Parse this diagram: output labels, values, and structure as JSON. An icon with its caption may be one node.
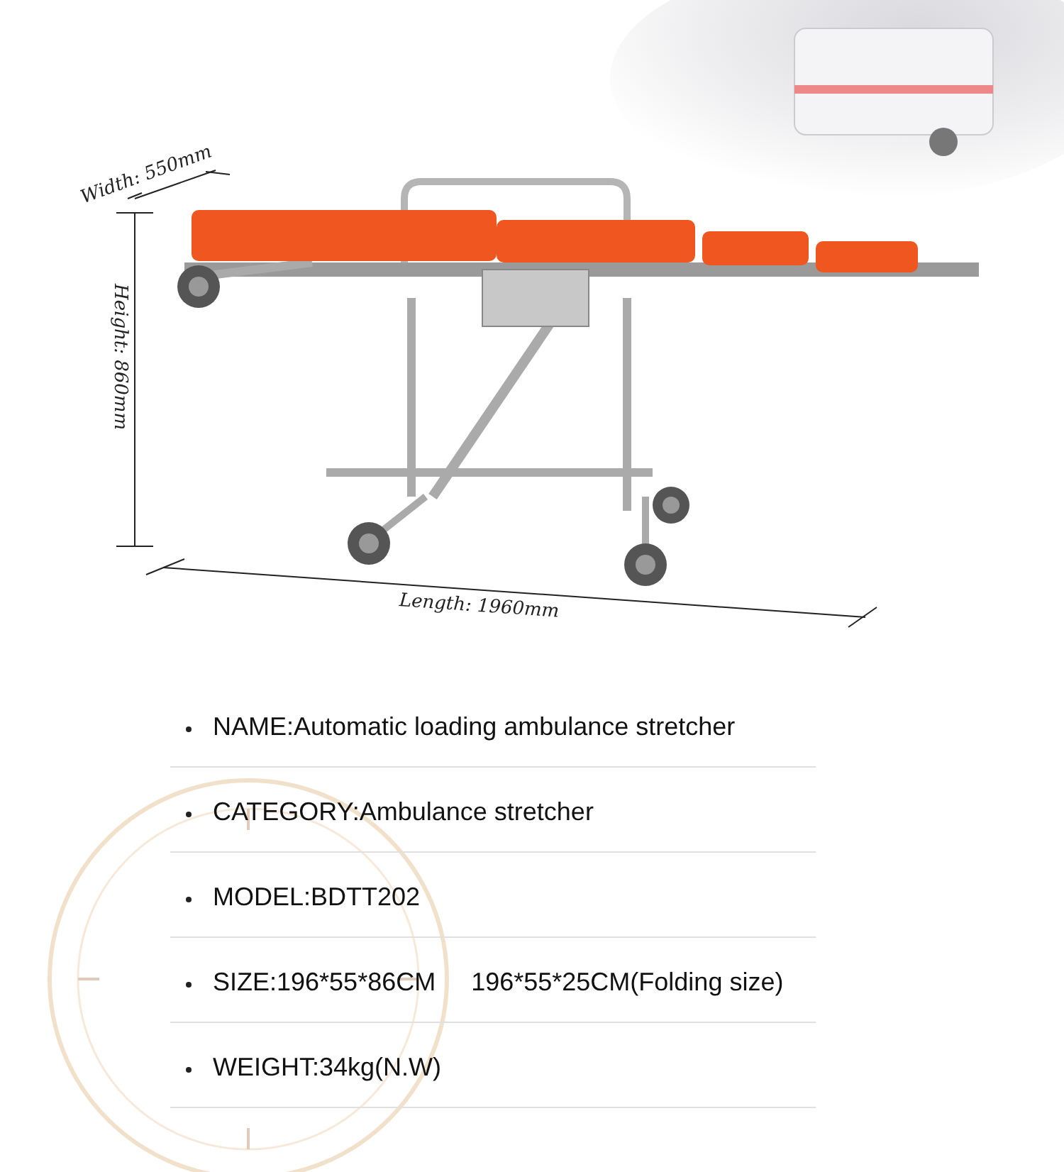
{
  "diagram": {
    "labels": [
      "Width: 550mm",
      "Height: 860mm",
      "Length: 1960mm",
      "NAME:Automatic loading ambulance stretcher",
      "CATEGORY:Ambulance stretcher",
      "MODEL:BDTT202",
      "SIZE:196*55*86CM     196*55*25CM(Folding size)",
      "WEIGHT:34kg(N.W)"
    ]
  }
}
